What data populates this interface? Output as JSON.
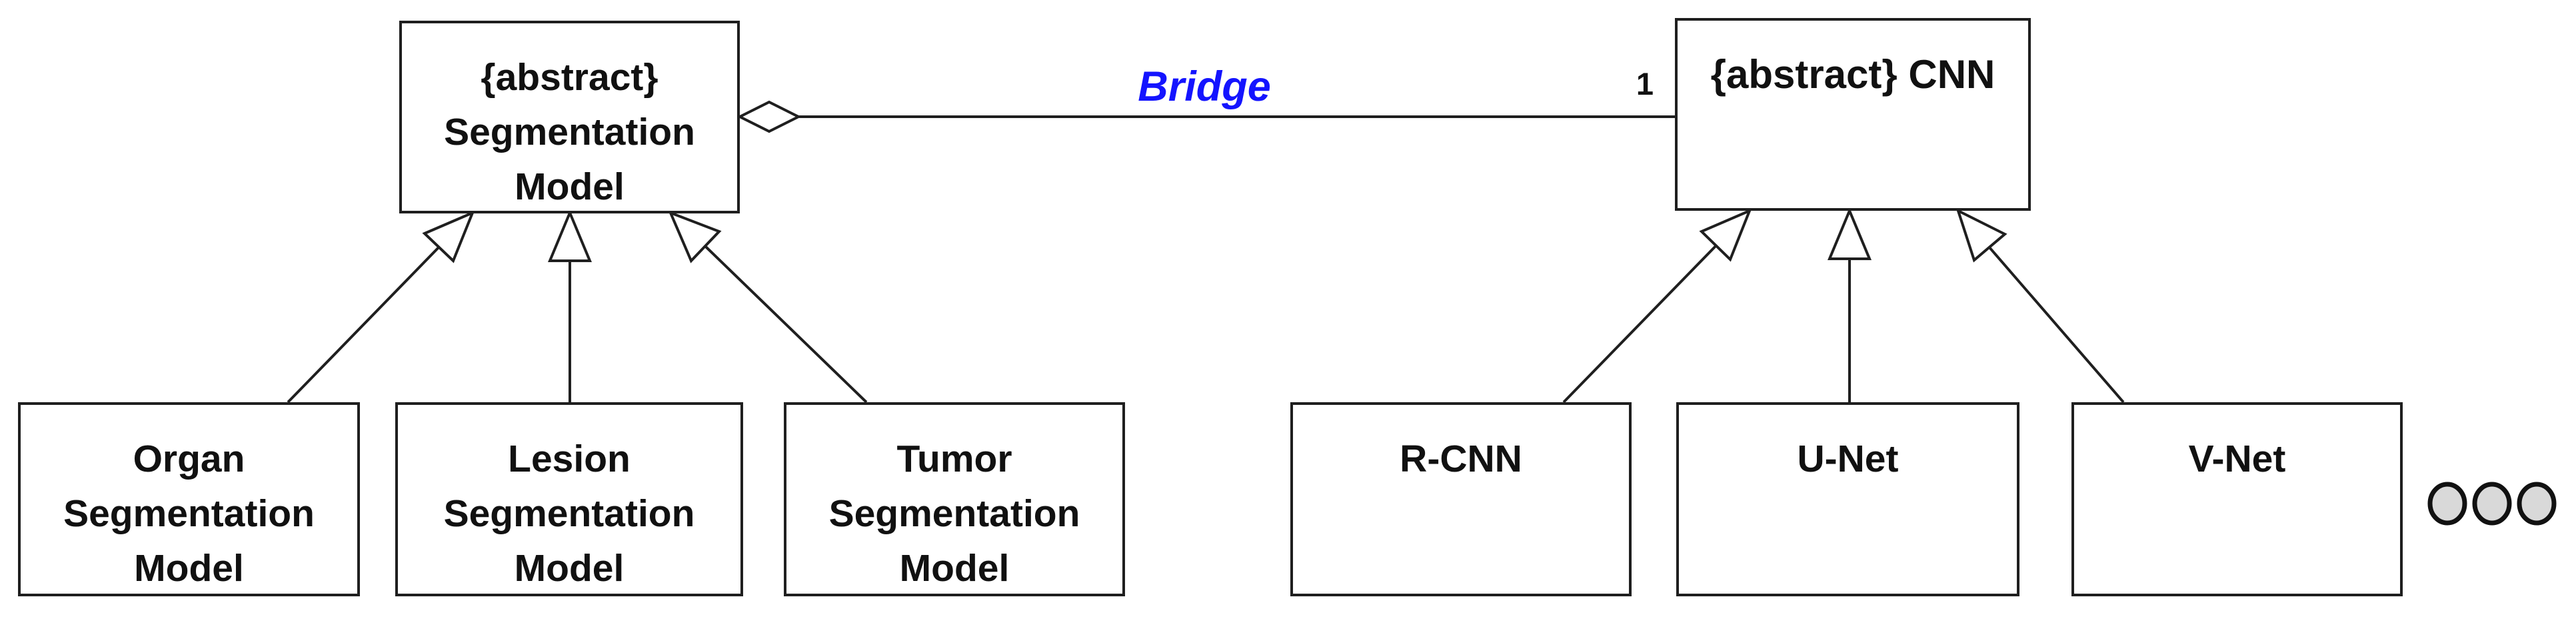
{
  "diagram": {
    "type": "uml-class-diagram",
    "classes": {
      "segmentation_model": {
        "lines": [
          "{abstract}",
          "Segmentation",
          "Model"
        ]
      },
      "cnn": {
        "label": "{abstract} CNN"
      },
      "organ": {
        "lines": [
          "Organ",
          "Segmentation",
          "Model"
        ]
      },
      "lesion": {
        "lines": [
          "Lesion",
          "Segmentation",
          "Model"
        ]
      },
      "tumor": {
        "lines": [
          "Tumor",
          "Segmentation",
          "Model"
        ]
      },
      "rcnn": {
        "label": "R-CNN"
      },
      "unet": {
        "label": "U-Net"
      },
      "vnet": {
        "label": "V-Net"
      }
    },
    "relationships": {
      "bridge": {
        "type": "aggregation",
        "label": "Bridge",
        "from": "{abstract} Segmentation Model",
        "to": "{abstract} CNN",
        "multiplicity": "1"
      },
      "generalizations": [
        {
          "from": "Organ Segmentation Model",
          "to": "{abstract} Segmentation Model"
        },
        {
          "from": "Lesion Segmentation Model",
          "to": "{abstract} Segmentation Model"
        },
        {
          "from": "Tumor Segmentation Model",
          "to": "{abstract} Segmentation Model"
        },
        {
          "from": "R-CNN",
          "to": "{abstract} CNN"
        },
        {
          "from": "U-Net",
          "to": "{abstract} CNN"
        },
        {
          "from": "V-Net",
          "to": "{abstract} CNN"
        }
      ]
    },
    "ellipsis": {
      "circle_count": 3
    },
    "colors": {
      "box_border": "#1f1f1f",
      "box_fill": "#ffffff",
      "text": "#111111",
      "bridge_label": "#1414ff",
      "ellipsis_fill": "#d9d9d9",
      "background": "#ffffff"
    }
  }
}
